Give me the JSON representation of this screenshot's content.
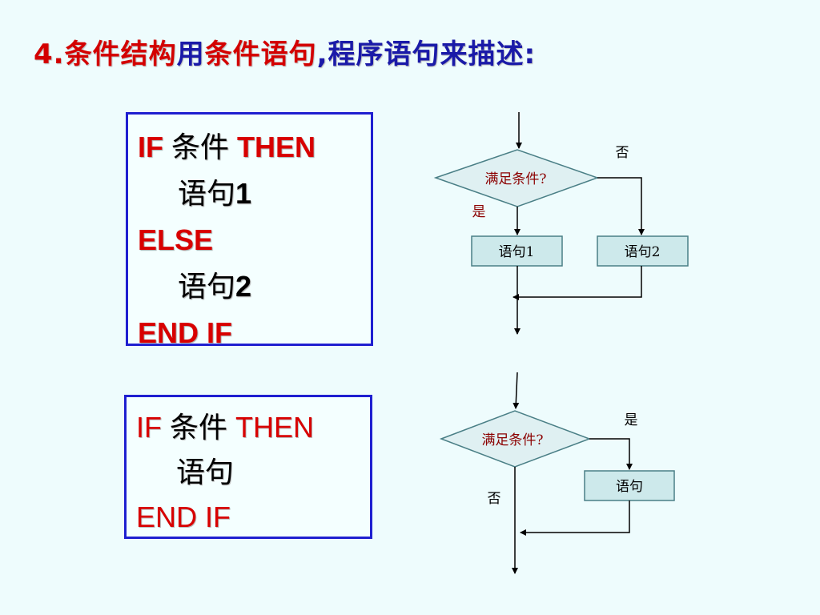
{
  "title": {
    "num": "4.",
    "part1": "条件结构",
    "part2": "用",
    "part3": "条件语句",
    "part4": ",",
    "part5": "程序语句来描述",
    "part6": ":"
  },
  "panel1": {
    "if_kw": "IF",
    "condition": "条件",
    "then_kw": "THEN",
    "stmt1_cn": "语句",
    "stmt1_num": "1",
    "else_kw": "ELSE",
    "stmt2_cn": "语句",
    "stmt2_num": "2",
    "endif_kw": "END IF"
  },
  "panel2": {
    "if_kw": "IF",
    "condition": "条件",
    "then_kw": "THEN",
    "stmt": "语句",
    "endif_kw": "END IF"
  },
  "flow1": {
    "decision": "满足条件?",
    "yes": "是",
    "no": "否",
    "box1": "语句1",
    "box2": "语句2"
  },
  "flow2": {
    "decision": "满足条件?",
    "yes": "是",
    "no": "否",
    "box": "语句"
  },
  "colors": {
    "background": "#eefcfd",
    "keyword_red": "#d80000",
    "title_blue": "#1a1aa8",
    "panel_border": "#1f1fd0",
    "box_fill": "#cde9eb",
    "diamond_fill": "#dff0f2",
    "flow_label": "#8b0000"
  }
}
